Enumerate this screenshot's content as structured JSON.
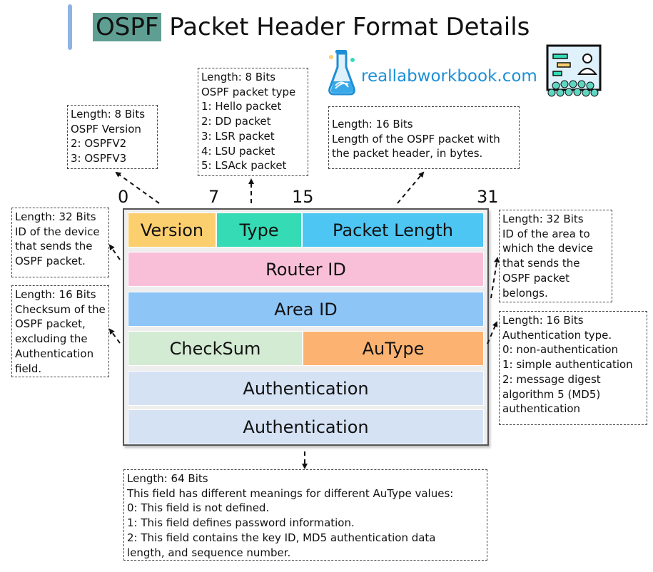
{
  "title": {
    "highlight": "OSPF",
    "rest": " Packet Header Format Details"
  },
  "site": "reallabworkbook.com",
  "bit_labels": [
    "0",
    "7",
    "15",
    "31"
  ],
  "fields": {
    "version": "Version",
    "type": "Type",
    "packet_length": "Packet Length",
    "router_id": "Router ID",
    "area_id": "Area ID",
    "checksum": "CheckSum",
    "autype": "AuType",
    "authentication_1": "Authentication",
    "authentication_2": "Authentication"
  },
  "colors": {
    "title_highlight": "#5f9e93",
    "version": "#fbcf6e",
    "type": "#35dbb5",
    "packet_length": "#4dc6f3",
    "router_id": "#f9bfd8",
    "area_id": "#8ec5f7",
    "checksum": "#d3ead3",
    "autype": "#fcb371",
    "authentication": "#d5e2f4",
    "site": "#1c8fd6"
  },
  "notes": {
    "version": [
      "Length: 8 Bits",
      "OSPF Version",
      "2: OSPFV2",
      "3: OSPFV3"
    ],
    "type": [
      "Length: 8 Bits",
      "OSPF packet type",
      "1: Hello packet",
      "2: DD packet",
      "3: LSR packet",
      "4: LSU packet",
      "5: LSAck packet"
    ],
    "packet_length": [
      "Length: 16 Bits",
      "Length of the OSPF packet with",
      "the packet header, in bytes."
    ],
    "router_id": [
      "Length: 32 Bits",
      "ID of the device",
      "that sends the",
      "OSPF packet."
    ],
    "checksum": [
      "Length: 16 Bits",
      "Checksum of the",
      "OSPF packet,",
      "excluding the",
      "Authentication",
      "field."
    ],
    "area_id": [
      "Length: 32 Bits",
      "ID of the area to",
      "which the device",
      "that sends the",
      "OSPF packet",
      "belongs."
    ],
    "autype": [
      "Length: 16 Bits",
      "Authentication type.",
      "0: non-authentication",
      "1: simple authentication",
      "2: message digest",
      "algorithm 5 (MD5)",
      "authentication"
    ],
    "authentication": [
      "Length: 64 Bits",
      "This field has different meanings for different AuType values:",
      "0: This field is not defined.",
      "1: This field defines password information.",
      "2: This field contains the key ID, MD5 authentication data",
      "length, and sequence number."
    ]
  }
}
